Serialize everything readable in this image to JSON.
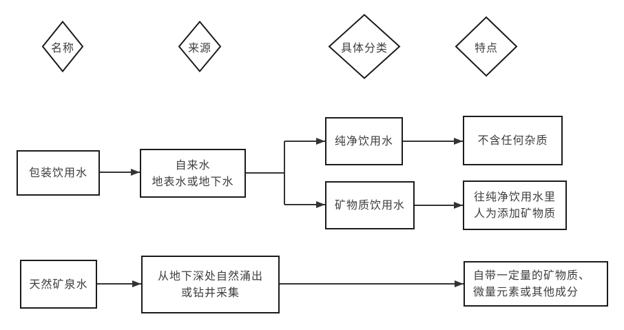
{
  "diagram": {
    "headers": [
      {
        "label": "名称"
      },
      {
        "label": "来源"
      },
      {
        "label": "具体分类"
      },
      {
        "label": "特点"
      }
    ],
    "nodes": {
      "packaged_water": {
        "label": "包装饮用水"
      },
      "tap_water": {
        "label": "自来水\n地表水或地下水"
      },
      "pure_water": {
        "label": "纯净饮用水"
      },
      "mineral_water": {
        "label": "矿物质饮用水"
      },
      "no_impurities": {
        "label": "不含任何杂质"
      },
      "added_minerals": {
        "label": "往纯净饮用水里\n人为添加矿物质"
      },
      "natural_spring": {
        "label": "天然矿泉水"
      },
      "underground_source": {
        "label": "从地下深处自然涌出\n或钻井采集"
      },
      "own_minerals": {
        "label": "自带一定量的矿物质、\n微量元素或其他成分"
      }
    },
    "colors": {
      "line": "#333333",
      "border": "#1a1a1a",
      "text": "#3d3d3d",
      "background": "#ffffff"
    }
  }
}
